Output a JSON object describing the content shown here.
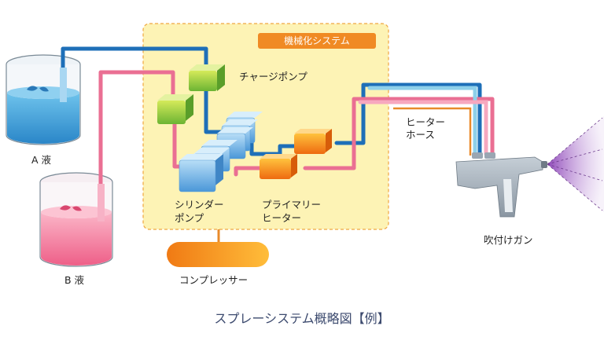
{
  "system_badge": "機械化システム",
  "labels": {
    "charge_pump": "チャージポンプ",
    "cylinder_pump_1": "シリンダー",
    "cylinder_pump_2": "ポンプ",
    "primary_heater_1": "プライマリー",
    "primary_heater_2": "ヒーター",
    "heater_hose_1": "ヒーター",
    "heater_hose_2": "ホース",
    "liquid_a": "A 液",
    "liquid_b": "B 液",
    "compressor": "コンプレッサー",
    "spray_gun": "吹付けガン"
  },
  "caption": "スプレーシステム概略図【例】",
  "colors": {
    "blue_line": "#1e6fb8",
    "pink_line": "#ea6f93",
    "light_blue_line": "#8ed0ea",
    "light_pink_line": "#f7a8bf",
    "orange_line": "#e98a2a",
    "system_box": "#fdf3b5",
    "badge": "#f08a24"
  }
}
